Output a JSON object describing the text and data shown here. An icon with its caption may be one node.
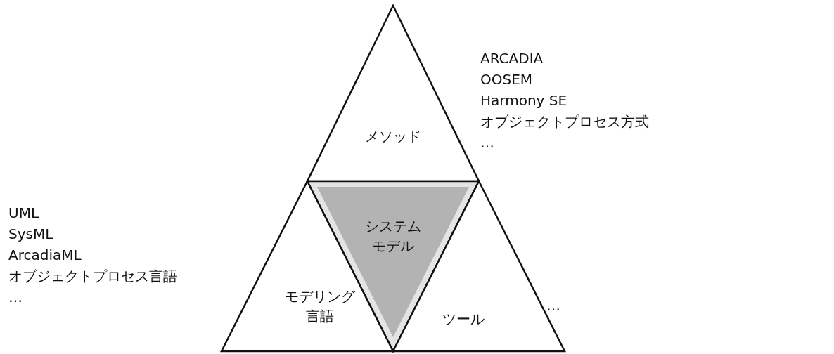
{
  "diagram": {
    "nodes": [
      {
        "text": [
          "メソッド"
        ]
      },
      {
        "text": [
          "システムモデル"
        ]
      },
      {
        "text": [
          "モデリング言語"
        ]
      },
      {
        "text": [
          "ツール"
        ]
      }
    ],
    "edges": [],
    "labels": [
      "ARCADIA",
      "OOSEM",
      "Harmony SE",
      "オブジェクトプロセス方式",
      "…",
      "UML",
      "SysML",
      "ArcadiaML",
      "オブジェクトプロセス言語",
      "…",
      "…"
    ]
  }
}
